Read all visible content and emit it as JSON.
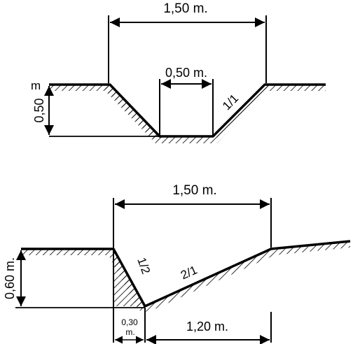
{
  "top_section": {
    "top_width_label": "1,50 m.",
    "bottom_width_label": "0,50 m.",
    "depth_label": "0,50",
    "side_slope_label": "1/1",
    "edge_mark_label": "m"
  },
  "bottom_section": {
    "top_width_label": "1,50 m.",
    "depth_label": "0,60 m.",
    "steep_slope_label": "1/2",
    "gentle_slope_label": "2/1",
    "toe_width_label_line1": "0,30",
    "toe_width_label_line2": "m.",
    "base_width_label": "1,20 m."
  }
}
